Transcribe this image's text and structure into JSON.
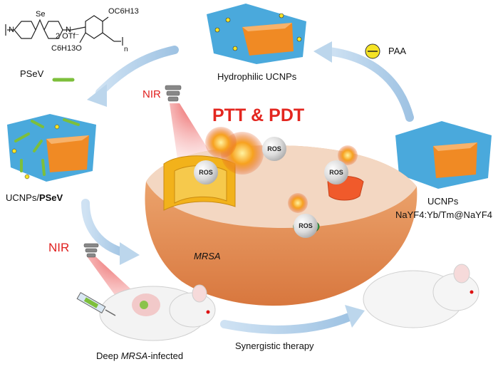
{
  "title": "PTT & PDT",
  "labels": {
    "psev": "PSeV",
    "counter_ion": "2 OTf⁻",
    "hydrophilic": "Hydrophilic UCNPs",
    "paa": "PAA",
    "ucnps_psev_prefix": "UCNPs/",
    "ucnps_psev_bold": "PSeV",
    "ucnps": "UCNPs",
    "ucnps_formula": "NaYF4:Yb/Tm@NaYF4",
    "nir_top": "NIR",
    "nir_left": "NIR",
    "mrsa": "MRSA",
    "synergistic": "Synergistic therapy",
    "deep_prefix": "Deep ",
    "deep_italic": "MRSA",
    "deep_suffix": "-infected"
  },
  "ros": [
    "ROS",
    "ROS",
    "ROS",
    "ROS"
  ],
  "formula_atoms": {
    "se": "Se",
    "n_left": "N",
    "n_right": "N",
    "oc6h13_top": "OC6H13",
    "c6h13o_bottom": "C6H13O",
    "subscript_n": "n"
  },
  "colors": {
    "nanoparticle_shell": "#4aa9dc",
    "nanoparticle_core": "#f08a24",
    "title_red": "#e3261f",
    "arrow": "#bcd6ec",
    "psev_rod": "#7dbf3b",
    "cell_body": "#e7955f"
  }
}
